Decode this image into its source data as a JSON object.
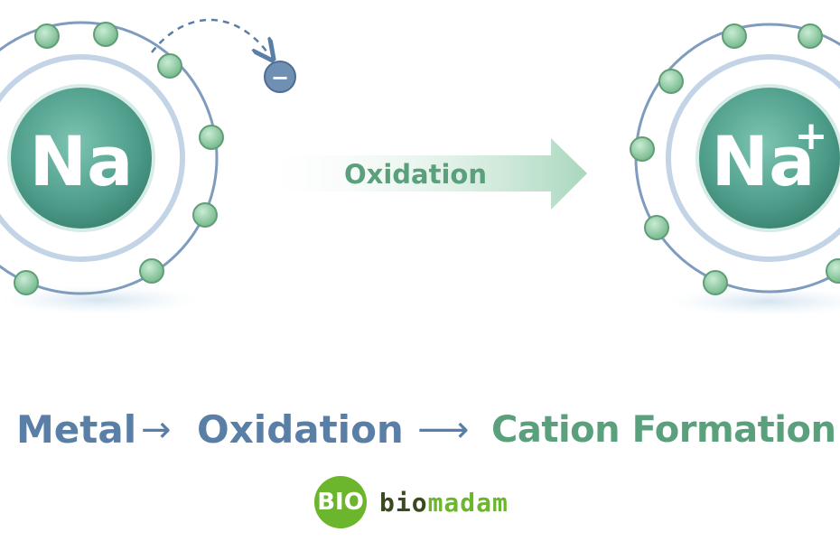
{
  "atom_left": {
    "symbol": "Na"
  },
  "atom_right": {
    "symbol": "Na",
    "charge": "+"
  },
  "electron_lost": {
    "sign": "−"
  },
  "reaction_arrow": {
    "label": "Oxidation"
  },
  "flow": {
    "step1": "Metal",
    "arrow1": "→",
    "step2": "Oxidation",
    "arrow2": "⟶",
    "step3": "Cation Formation"
  },
  "logo": {
    "badge": "BIO",
    "text_part1": "bio",
    "text_part2": "madam"
  },
  "colors": {
    "nucleus": "#4f9e8c",
    "orbit": "#7f9cbf",
    "electron": "#8cc9a0",
    "blue_text": "#5a7fa6",
    "green_text": "#5aa07c",
    "logo_green": "#6bb62d",
    "logo_dark": "#3a4a1e"
  }
}
